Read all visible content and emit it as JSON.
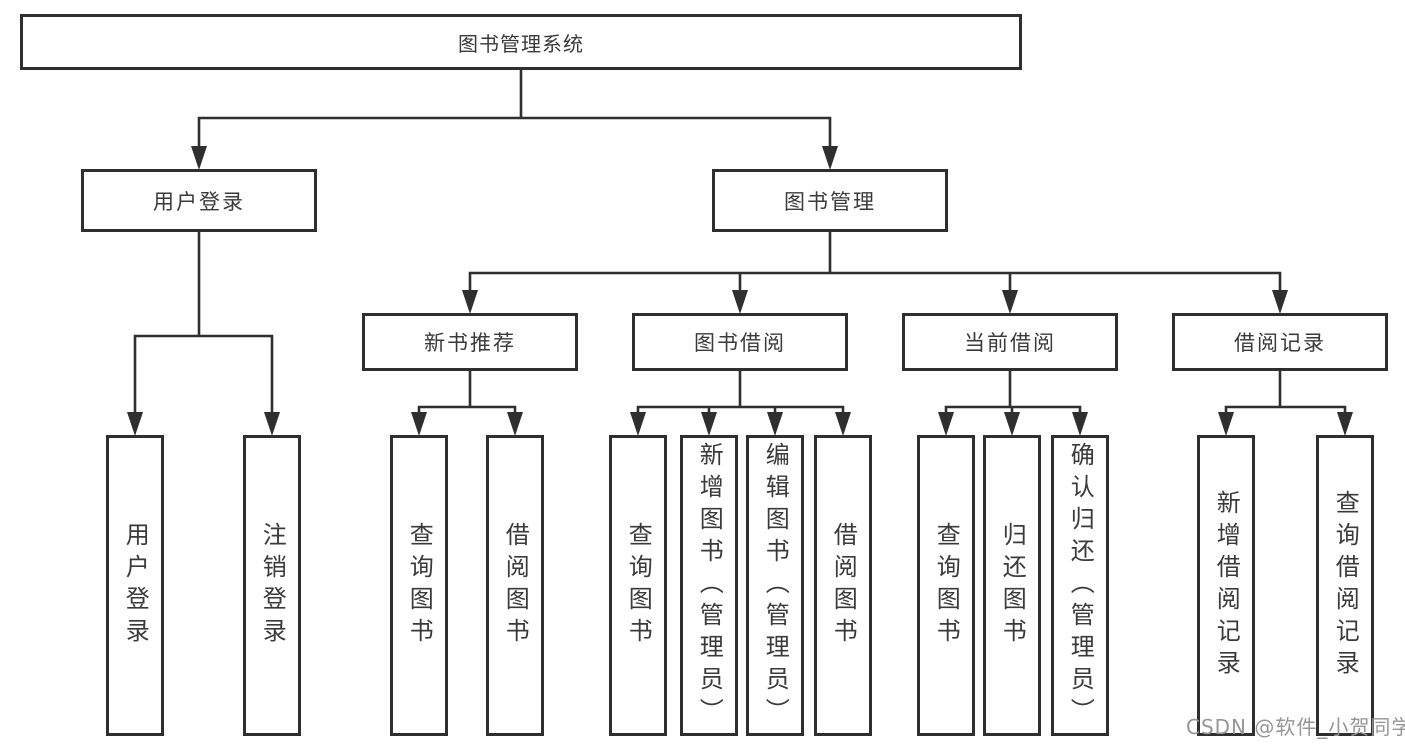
{
  "colors": {
    "line": "#2f2f2f",
    "text": "#3a3a3a",
    "watermark": "#969696",
    "background": "#ffffff"
  },
  "watermark": {
    "text": "CSDN @软件_小贺同学"
  },
  "tree": {
    "label": "图书管理系统",
    "children": [
      {
        "label": "用户登录",
        "children": [
          {
            "label": "用户登录"
          },
          {
            "label": "注销登录"
          }
        ]
      },
      {
        "label": "图书管理",
        "children": [
          {
            "label": "新书推荐",
            "children": [
              {
                "label": "查询图书"
              },
              {
                "label": "借阅图书"
              }
            ]
          },
          {
            "label": "图书借阅",
            "children": [
              {
                "label": "查询图书"
              },
              {
                "label": "新增图书（管理员）"
              },
              {
                "label": "编辑图书（管理员）"
              },
              {
                "label": "借阅图书"
              }
            ]
          },
          {
            "label": "当前借阅",
            "children": [
              {
                "label": "查询图书"
              },
              {
                "label": "归还图书"
              },
              {
                "label": "确认归还（管理员）"
              }
            ]
          },
          {
            "label": "借阅记录",
            "children": [
              {
                "label": "新增借阅记录"
              },
              {
                "label": "查询借阅记录"
              }
            ]
          }
        ]
      }
    ]
  }
}
